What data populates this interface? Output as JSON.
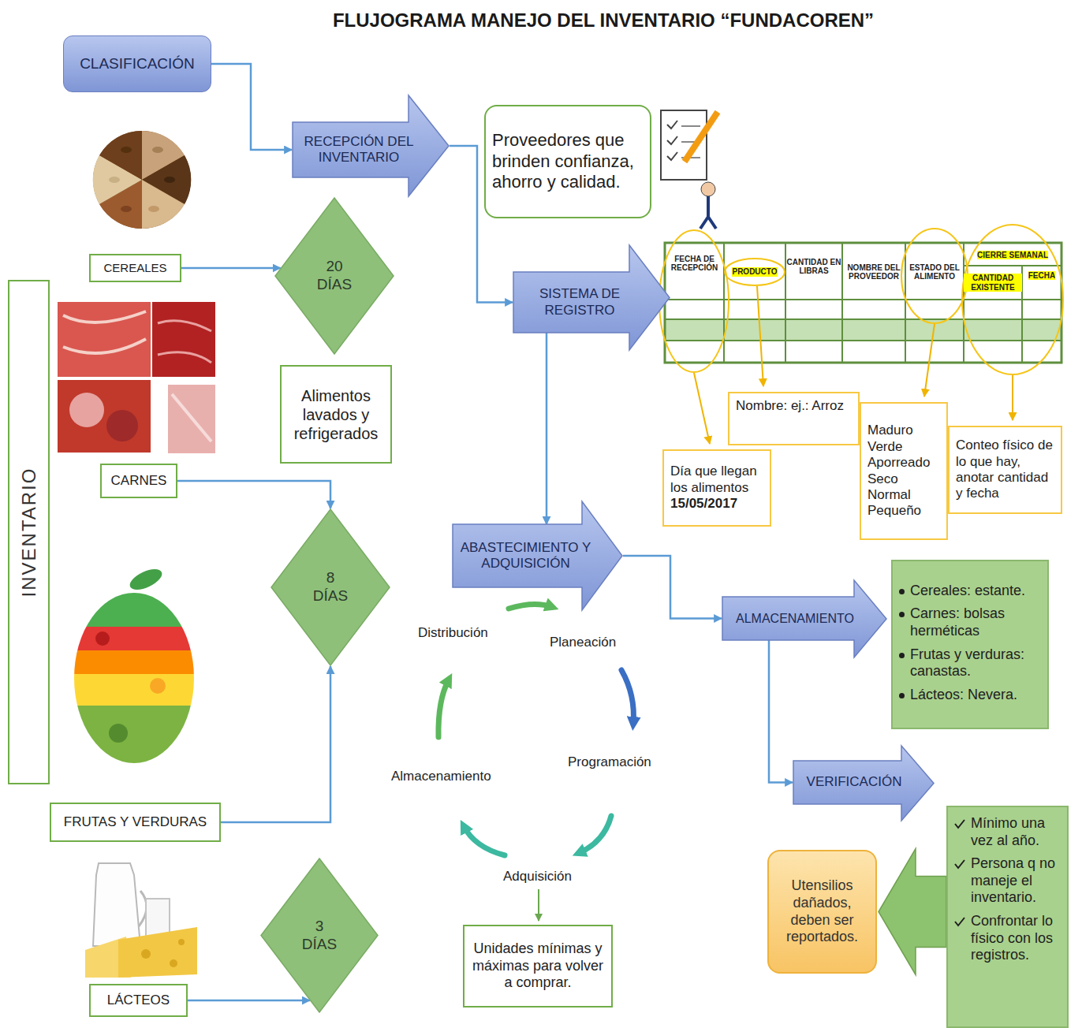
{
  "diagram": {
    "title": "FLUJOGRAMA MANEJO DEL INVENTARIO “FUNDACOREN”",
    "nodes": [
      {
        "text": [
          "CLASIFICACIÓN"
        ]
      },
      {
        "text": [
          "RECEPCIÓN DEL INVENTARIO"
        ]
      },
      {
        "text": [
          "Proveedores que brinden confianza, ahorro y calidad."
        ]
      },
      {
        "text": [
          "CEREALES"
        ]
      },
      {
        "text": [
          "20 DÍAS"
        ]
      },
      {
        "text": [
          "SISTEMA DE REGISTRO"
        ]
      },
      {
        "text": [
          "INVENTARIO"
        ]
      },
      {
        "text": [
          "Alimentos lavados y refrigerados"
        ]
      },
      {
        "text": [
          "Nombre: ej.: Arroz"
        ]
      },
      {
        "text": [
          "Maduro Verde Aporreado Seco Normal Pequeño"
        ]
      },
      {
        "text": [
          "Conteo físico de lo que hay, anotar cantidad y fecha"
        ]
      },
      {
        "text": [
          "Día que llegan los alimentos",
          "15/05/2017"
        ]
      },
      {
        "text": [
          "CARNES"
        ]
      },
      {
        "text": [
          "ABASTECIMIENTO Y ADQUISICIÓN"
        ]
      },
      {
        "text": [
          "8 DÍAS"
        ]
      },
      {
        "text": [
          "Cereales: estante.",
          "Carnes: bolsas herméticas",
          "Frutas y verduras: canastas.",
          "Lácteos: Nevera."
        ]
      },
      {
        "text": [
          "ALMACENAMIENTO"
        ]
      },
      {
        "text": [
          "VERIFICACIÓN"
        ]
      },
      {
        "text": [
          "FRUTAS Y VERDURAS"
        ]
      },
      {
        "text": [
          "Mínimo una vez al año.",
          "Persona q no maneje el inventario.",
          "Confrontar lo físico con los registros."
        ]
      },
      {
        "text": [
          "Utensilios dañados, deben ser reportados."
        ]
      },
      {
        "text": [
          "3 DÍAS"
        ]
      },
      {
        "text": [
          "Unidades mínimas y máximas para volver a comprar."
        ]
      },
      {
        "text": [
          "LÁCTEOS"
        ]
      }
    ],
    "edges": [
      {
        "from": 0,
        "to": 1,
        "arrow": "to"
      },
      {
        "from": 1,
        "to": 5,
        "arrow": "to"
      },
      {
        "from": 3,
        "to": 4,
        "arrow": "to"
      },
      {
        "from": 5,
        "to": 13,
        "arrow": "to"
      },
      {
        "from": 12,
        "to": 14,
        "arrow": "to"
      },
      {
        "from": 18,
        "to": 14,
        "arrow": "to"
      },
      {
        "from": 23,
        "to": 21,
        "arrow": "to"
      },
      {
        "from": 13,
        "to": 16,
        "arrow": "to"
      },
      {
        "from": 16,
        "to": 17,
        "arrow": "to"
      },
      {
        "from": 19,
        "to": 20,
        "arrow": "to"
      }
    ],
    "labels": [
      "FECHA DE RECEPCIÓN",
      "PRODUCTO",
      "CANTIDAD EN LIBRAS",
      "NOMBRE DEL PROVEEDOR",
      "ESTADO DEL ALIMENTO",
      "CIERRE SEMANAL",
      "CANTIDAD EXISTENTE",
      "FECHA",
      "Distribución",
      "Planeación",
      "Programación",
      "Almacenamiento",
      "Adquisición"
    ]
  }
}
